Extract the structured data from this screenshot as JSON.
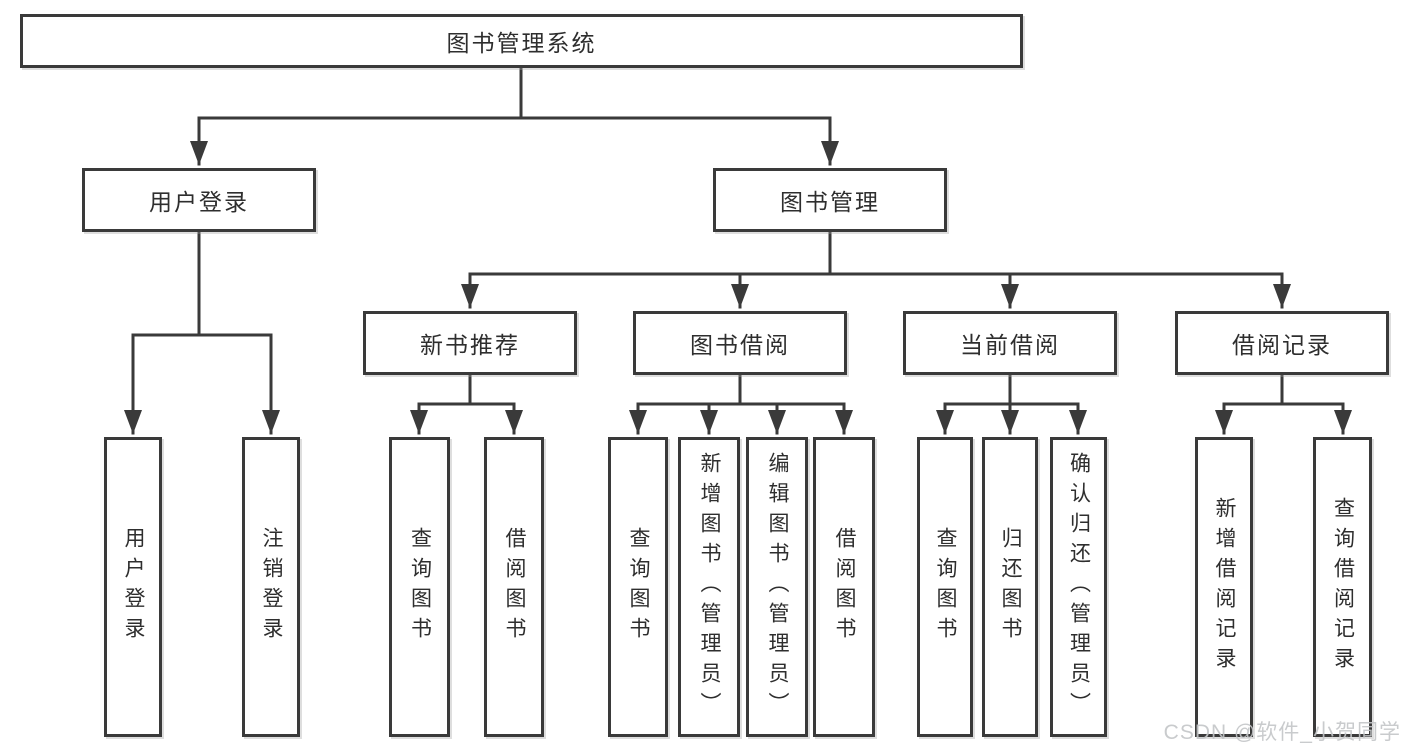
{
  "diagram": {
    "type": "hierarchy",
    "root": {
      "label": "图书管理系统",
      "children": [
        {
          "label": "用户登录",
          "children": [
            {
              "label": "用户登录"
            },
            {
              "label": "注销登录"
            }
          ]
        },
        {
          "label": "图书管理",
          "children": [
            {
              "label": "新书推荐",
              "children": [
                {
                  "label": "查询图书"
                },
                {
                  "label": "借阅图书"
                }
              ]
            },
            {
              "label": "图书借阅",
              "children": [
                {
                  "label": "查询图书"
                },
                {
                  "label": "新增图书（管理员）"
                },
                {
                  "label": "编辑图书（管理员）"
                },
                {
                  "label": "借阅图书"
                }
              ]
            },
            {
              "label": "当前借阅",
              "children": [
                {
                  "label": "查询图书"
                },
                {
                  "label": "归还图书"
                },
                {
                  "label": "确认归还（管理员）"
                }
              ]
            },
            {
              "label": "借阅记录",
              "children": [
                {
                  "label": "新增借阅记录"
                },
                {
                  "label": "查询借阅记录"
                }
              ]
            }
          ]
        }
      ]
    },
    "colors": {
      "line": "#3a3a3a",
      "box_border": "#3a3a3a",
      "text": "#2e2e2e",
      "background": "#ffffff",
      "watermark": "#c5c7c9"
    }
  },
  "watermark": {
    "text": "CSDN @软件_小贺同学"
  }
}
